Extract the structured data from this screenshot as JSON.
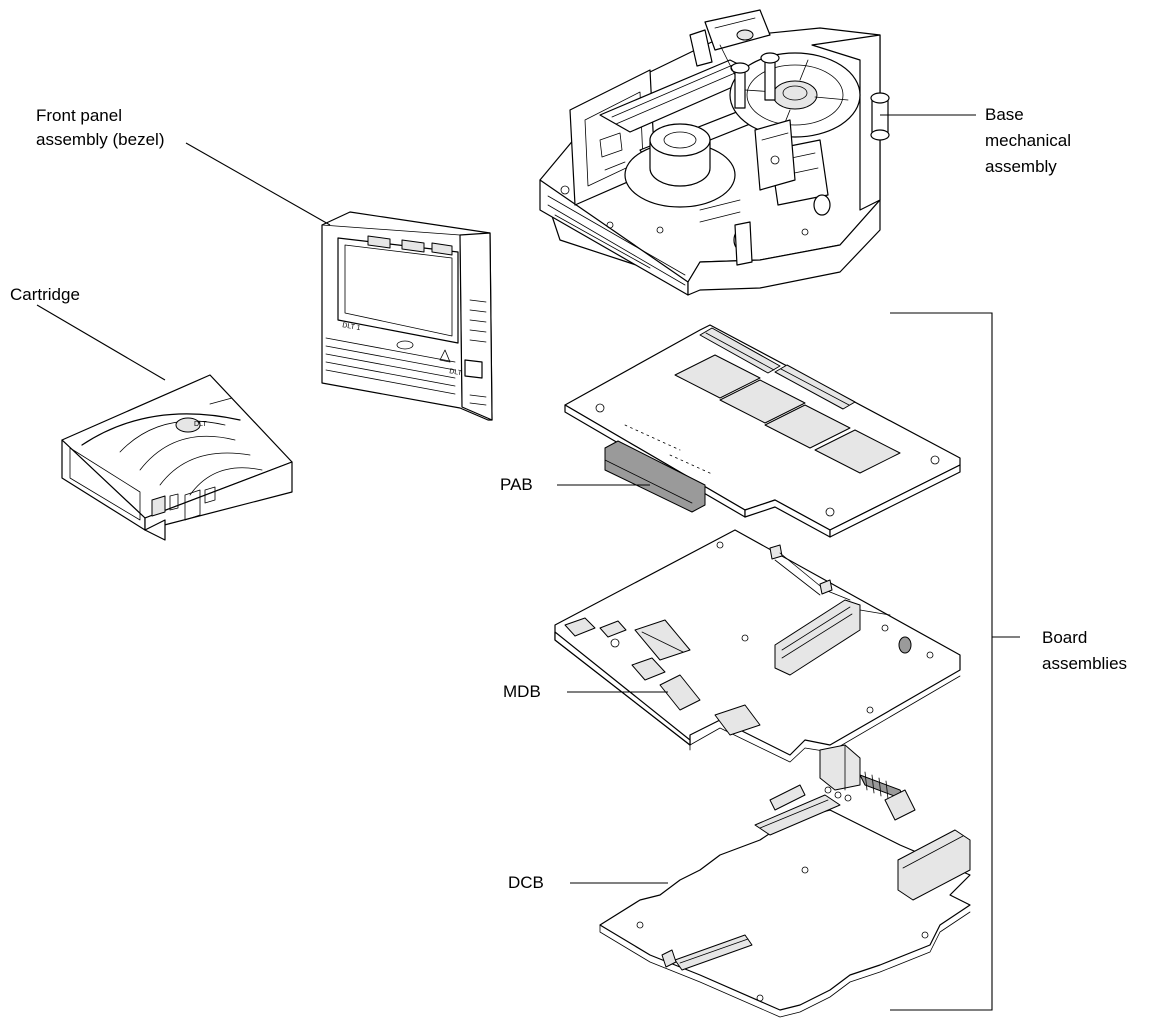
{
  "labels": {
    "front_panel": [
      "Front panel",
      "assembly (bezel)"
    ],
    "cartridge": "Cartridge",
    "base_mechanical": [
      "Base",
      "mechanical",
      "assembly"
    ],
    "pab": "PAB",
    "mdb": "MDB",
    "dcb": "DCB",
    "board_assemblies": [
      "Board",
      "assemblies"
    ]
  },
  "markings": {
    "cartridge_logo": "DLT",
    "bezel_model": "DLT 1",
    "bezel_badge": "DLT"
  }
}
